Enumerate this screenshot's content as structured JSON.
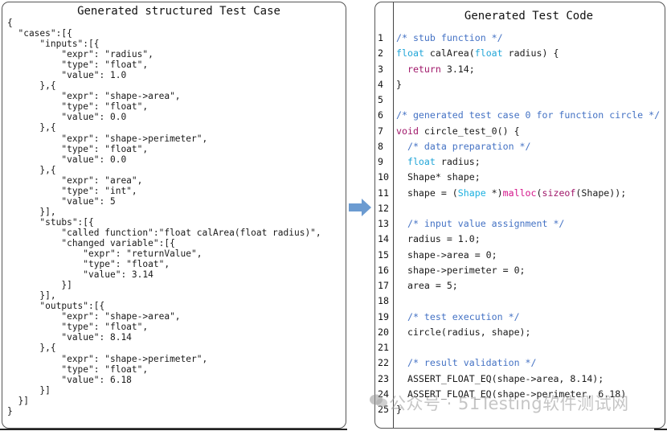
{
  "left_panel": {
    "title": "Generated structured Test Case",
    "json_text": "{\n  \"cases\":[{\n      \"inputs\":[{\n          \"expr\": \"radius\",\n          \"type\": \"float\",\n          \"value\": 1.0\n      },{\n          \"expr\": \"shape->area\",\n          \"type\": \"float\",\n          \"value\": 0.0\n      },{\n          \"expr\": \"shape->perimeter\",\n          \"type\": \"float\",\n          \"value\": 0.0\n      },{\n          \"expr\": \"area\",\n          \"type\": \"int\",\n          \"value\": 5\n      }],\n      \"stubs\":[{\n          \"called function\":\"float calArea(float radius)\",\n          \"changed variable\":[{\n              \"expr\": \"returnValue\",\n              \"type\": \"float\",\n              \"value\": 3.14\n          }]\n      }],\n      \"outputs\":[{\n          \"expr\": \"shape->area\",\n          \"type\": \"float\",\n          \"value\": 8.14\n      },{\n          \"expr\": \"shape->perimeter\",\n          \"type\": \"float\",\n          \"value\": 6.18\n      }]\n  }]\n}"
  },
  "arrow": {
    "icon": "right-arrow-icon",
    "color": "#6b9bd1"
  },
  "right_panel": {
    "title": "Generated Test Code",
    "colors": {
      "comment": "#4472c4",
      "type_keyword": "#22a6d8",
      "return_keyword": "#a0186a",
      "builtin_call": "#d4148a"
    },
    "lines": [
      {
        "n": "1",
        "segments": [
          {
            "t": "/* stub function */",
            "c": "cm"
          }
        ]
      },
      {
        "n": "2",
        "segments": [
          {
            "t": "float",
            "c": "kw"
          },
          {
            "t": " calArea(",
            "c": ""
          },
          {
            "t": "float",
            "c": "kw"
          },
          {
            "t": " radius) {",
            "c": ""
          }
        ]
      },
      {
        "n": "3",
        "segments": [
          {
            "t": "  ",
            "c": ""
          },
          {
            "t": "return",
            "c": "rt"
          },
          {
            "t": " 3.14;",
            "c": ""
          }
        ]
      },
      {
        "n": "4",
        "segments": [
          {
            "t": "}",
            "c": ""
          }
        ]
      },
      {
        "n": "5",
        "segments": []
      },
      {
        "n": "6",
        "segments": [
          {
            "t": "/* generated test case 0 for function circle */",
            "c": "cm"
          }
        ]
      },
      {
        "n": "7",
        "segments": [
          {
            "t": "void",
            "c": "rt"
          },
          {
            "t": " circle_test_0() {",
            "c": ""
          }
        ]
      },
      {
        "n": "8",
        "segments": [
          {
            "t": "  /* data preparation */",
            "c": "cm"
          }
        ]
      },
      {
        "n": "9",
        "segments": [
          {
            "t": "  ",
            "c": ""
          },
          {
            "t": "float",
            "c": "kw"
          },
          {
            "t": " radius;",
            "c": ""
          }
        ]
      },
      {
        "n": "10",
        "segments": [
          {
            "t": "  Shape* shape;",
            "c": ""
          }
        ]
      },
      {
        "n": "11",
        "segments": [
          {
            "t": "  shape = (",
            "c": ""
          },
          {
            "t": "Shape",
            "c": "ty"
          },
          {
            "t": " *)",
            "c": ""
          },
          {
            "t": "malloc",
            "c": "fn"
          },
          {
            "t": "(",
            "c": ""
          },
          {
            "t": "sizeof",
            "c": "rt"
          },
          {
            "t": "(Shape));",
            "c": ""
          }
        ]
      },
      {
        "n": "12",
        "segments": []
      },
      {
        "n": "13",
        "segments": [
          {
            "t": "  /* input value assignment */",
            "c": "cm"
          }
        ]
      },
      {
        "n": "14",
        "segments": [
          {
            "t": "  radius = 1.0;",
            "c": ""
          }
        ]
      },
      {
        "n": "15",
        "segments": [
          {
            "t": "  shape->area = 0;",
            "c": ""
          }
        ]
      },
      {
        "n": "16",
        "segments": [
          {
            "t": "  shape->perimeter = 0;",
            "c": ""
          }
        ]
      },
      {
        "n": "17",
        "segments": [
          {
            "t": "  area = 5;",
            "c": ""
          }
        ]
      },
      {
        "n": "18",
        "segments": []
      },
      {
        "n": "19",
        "segments": [
          {
            "t": "  /* test execution */",
            "c": "cm"
          }
        ]
      },
      {
        "n": "20",
        "segments": [
          {
            "t": "  circle(radius, shape);",
            "c": ""
          }
        ]
      },
      {
        "n": "21",
        "segments": []
      },
      {
        "n": "22",
        "segments": [
          {
            "t": "  /* result validation */",
            "c": "cm"
          }
        ]
      },
      {
        "n": "23",
        "segments": [
          {
            "t": "  ASSERT_FLOAT_EQ(shape->area, 8.14);",
            "c": ""
          }
        ]
      },
      {
        "n": "24",
        "segments": [
          {
            "t": "  ASSERT_FLOAT_EQ(shape->perimeter, 6.18)",
            "c": ""
          }
        ]
      },
      {
        "n": "25",
        "segments": [
          {
            "t": "}",
            "c": ""
          }
        ]
      }
    ]
  },
  "watermark": {
    "text": "公众号 · 51Testing软件测试网",
    "icon": "wechat-icon"
  }
}
